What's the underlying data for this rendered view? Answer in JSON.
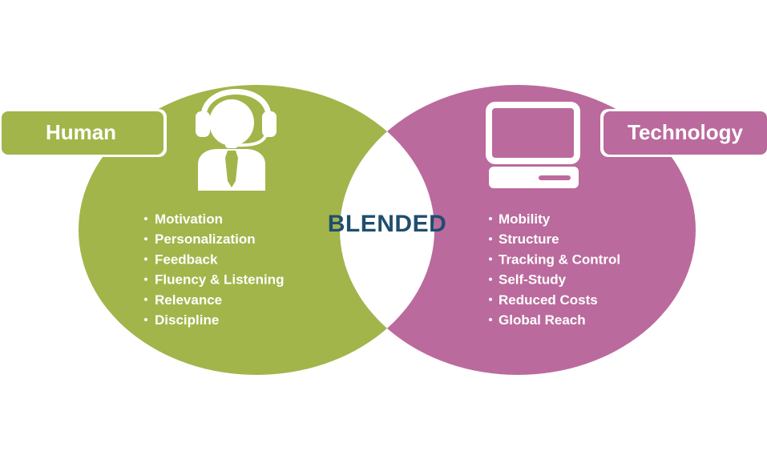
{
  "colors": {
    "human": "#A2B54A",
    "technology": "#BB6A9D",
    "center_fill": "#ffffff",
    "center_text": "#1F4E6E",
    "background": "#ffffff"
  },
  "left": {
    "tag": "Human",
    "icon": "headset-person-icon",
    "items": [
      "Motivation",
      "Personalization",
      "Feedback",
      "Fluency & Listening",
      "Relevance",
      "Discipline"
    ]
  },
  "center": {
    "label": "BLENDED"
  },
  "right": {
    "tag": "Technology",
    "icon": "computer-monitor-icon",
    "items": [
      "Mobility",
      "Structure",
      "Tracking & Control",
      "Self-Study",
      "Reduced Costs",
      "Global Reach"
    ]
  }
}
